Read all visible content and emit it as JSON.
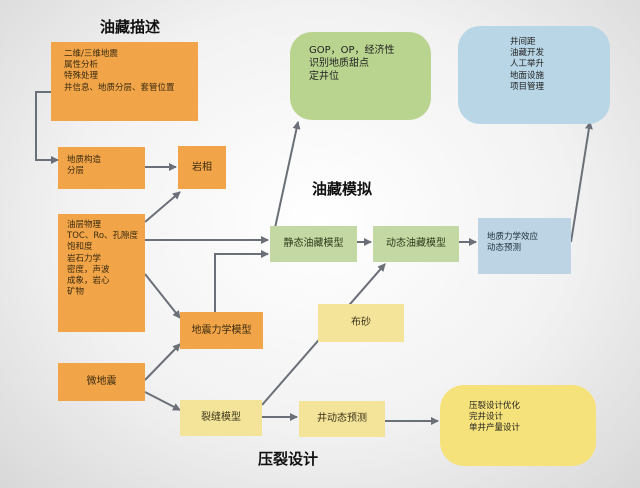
{
  "sections": {
    "description": "油藏描述",
    "simulation": "油藏模拟",
    "frac_design": "压裂设计"
  },
  "nodes": {
    "desc_inputs": [
      "二维/三维地震",
      "属性分析",
      "特殊处理",
      "井信息、地质分层、套管位置"
    ],
    "geo_structure": [
      "地质构造",
      "分层"
    ],
    "lithofacies": "岩相",
    "reservoir_props": [
      "油层物理",
      "TOC、Ro、孔隙度",
      "饱和度",
      "岩石力学",
      "密度，声波",
      "成象，岩心",
      "矿物"
    ],
    "micro_seismic": "微地震",
    "geomechanics_model": "地震力学模型",
    "fracture_model": "裂缝模型",
    "sand_placement": "布砂",
    "static_model": "静态油藏模型",
    "dynamic_model": "动态油藏模型",
    "geomech_effects": [
      "地质力学效应",
      "动态预测"
    ],
    "well_dynamic_pred": "井动态预测",
    "sweet_spot": [
      "GOP，OP，经济性",
      "识别地质甜点",
      "定井位"
    ],
    "development": [
      "井间距",
      "油藏开发",
      "人工举升",
      "地面设施",
      "项目管理"
    ],
    "frac_outputs": [
      "压裂设计优化",
      "完井设计",
      "单井产量设计"
    ]
  },
  "colors": {
    "orange": "#f1a548",
    "green": "#c4d8a3",
    "blue": "#bcd4e4",
    "yellow": "#f4e49a",
    "arrow": "#6b6f78"
  }
}
